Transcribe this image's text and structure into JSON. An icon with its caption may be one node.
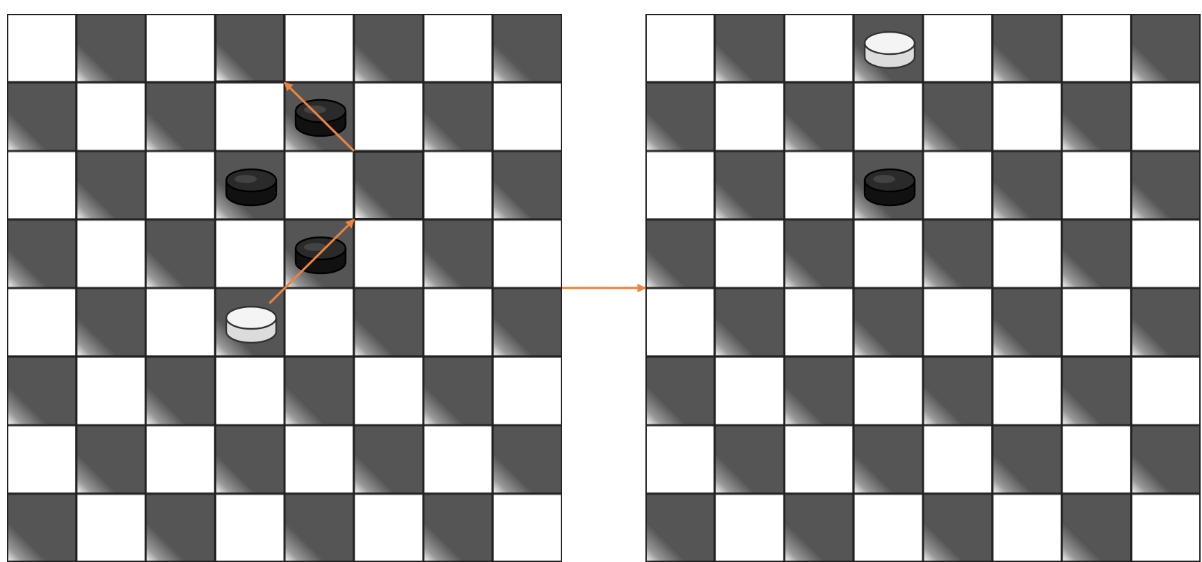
{
  "diagram": {
    "nodes": [
      {
        "text": [],
        "shape": "box"
      },
      {
        "text": [],
        "shape": "circle",
        "in": 0
      },
      {
        "text": [],
        "shape": "box",
        "in": 0
      },
      {
        "text": [],
        "shape": "box",
        "in": 0
      },
      {
        "text": [],
        "shape": "box"
      }
    ],
    "edges": [
      {
        "from": 1,
        "to": 2,
        "arrow": "to"
      },
      {
        "from": 2,
        "to": 3,
        "arrow": "to"
      },
      {
        "from": 0,
        "to": 4,
        "arrow": "to"
      }
    ]
  }
}
